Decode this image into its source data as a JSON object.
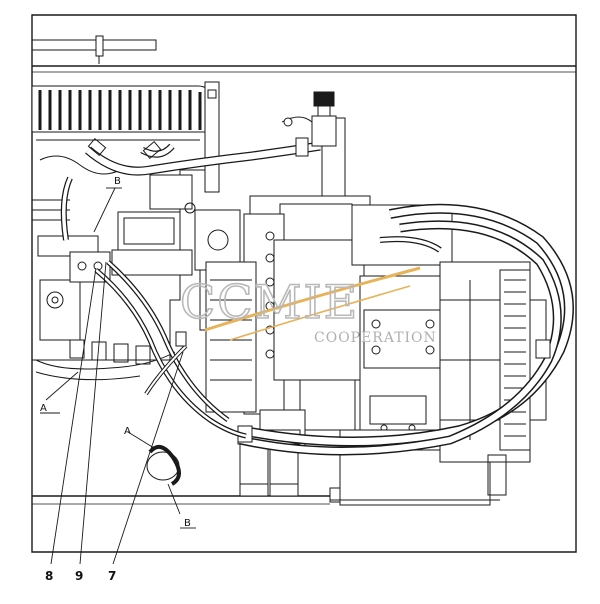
{
  "callouts": {
    "a_left": "A",
    "a_lower": "A",
    "b_top": "B",
    "b_bottom": "B",
    "num_8": "8",
    "num_9": "9",
    "num_7": "7"
  },
  "watermark": {
    "brand": "CCMIE",
    "sub": "COOPERATION"
  },
  "colors": {
    "line": "#1a1a1a",
    "watermark": "#b5b5b5",
    "swoosh": "#e6b35a"
  }
}
